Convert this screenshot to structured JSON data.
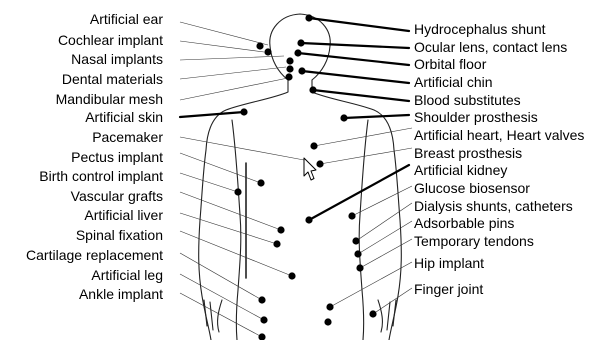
{
  "left_labels": [
    "Artificial ear",
    "Cochlear implant",
    "Nasal implants",
    "Dental materials",
    "Mandibular mesh",
    "Artificial skin",
    "Pacemaker",
    "Pectus implant",
    "Birth control implant",
    "Vascular grafts",
    "Artificial liver",
    "Spinal fixation",
    "Cartilage replacement",
    "Artificial leg",
    "Ankle implant"
  ],
  "right_labels": [
    "Hydrocephalus shunt",
    "Ocular lens, contact lens",
    "Orbital floor",
    "Artificial chin",
    "Blood substitutes",
    "Shoulder prosthesis",
    "Artificial heart, Heart valves",
    "Breast prosthesis",
    "Artificial kidney",
    "Glucose biosensor",
    "Dialysis shunts, catheters",
    "Adsorbable pins",
    "Temporary tendons",
    "Hip implant",
    "Finger joint"
  ],
  "icons": {
    "cursor": "mouse-pointer-icon"
  }
}
